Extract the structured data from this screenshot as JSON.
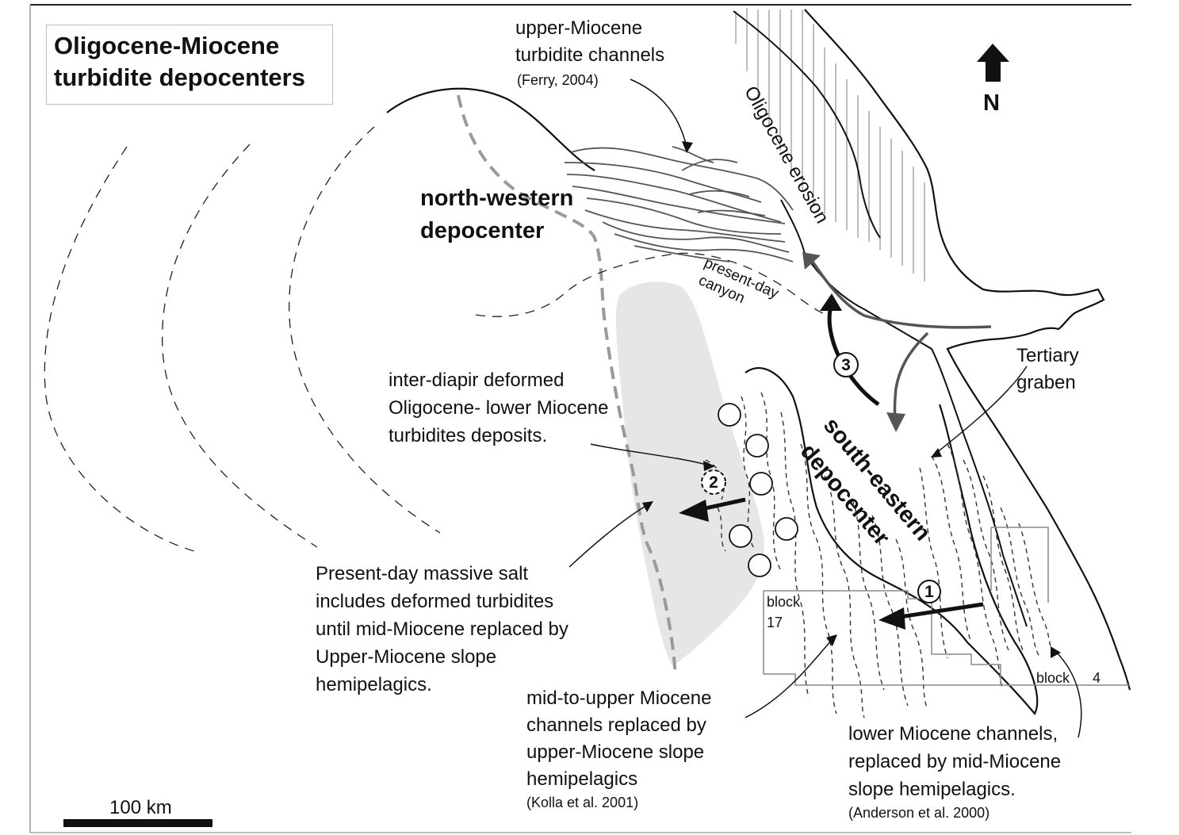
{
  "title": {
    "line1": "Oligocene-Miocene",
    "line2": "turbidite depocenters"
  },
  "north_arrow": {
    "label": "N"
  },
  "labels": {
    "upper_miocene_channels": [
      "upper-Miocene",
      "turbidite channels"
    ],
    "upper_miocene_ref": "(Ferry,  2004)",
    "oligocene_erosion": "Oligocene  erosion",
    "nw_depocenter": [
      "north-western",
      "depocenter"
    ],
    "present_day_canyon": [
      "present-day",
      "canyon"
    ],
    "tertiary_graben": [
      "Tertiary",
      "graben"
    ],
    "inter_diapir": [
      "inter-diapir deformed",
      "Oligocene- lower Miocene",
      "turbidites deposits."
    ],
    "se_depocenter": [
      "south-eastern",
      "depocenter"
    ],
    "massive_salt": [
      "Present-day massive salt",
      "includes deformed turbidites",
      "until mid-Miocene replaced by",
      "Upper-Miocene slope",
      "hemipelagics."
    ],
    "mid_upper_channels": [
      "mid-to-upper Miocene",
      "channels replaced by",
      "upper-Miocene slope",
      "hemipelagics"
    ],
    "mid_upper_ref": "(Kolla et al. 2001)",
    "lower_miocene_channels": [
      "lower Miocene channels,",
      "replaced by mid-Miocene",
      "slope hemipelagics."
    ],
    "lower_miocene_ref": "(Anderson et al. 2000)",
    "block17": [
      "block",
      "17"
    ],
    "block4": [
      "block",
      "4"
    ],
    "scale_bar": "100 km"
  },
  "markers": [
    "1",
    "2",
    "3"
  ],
  "colors": {
    "line": "#111111",
    "channel": "#555555",
    "salt_fill": "#e6e6e6",
    "salt_boundary": "#9a9a9a",
    "block_outline": "#8a8a8a"
  }
}
